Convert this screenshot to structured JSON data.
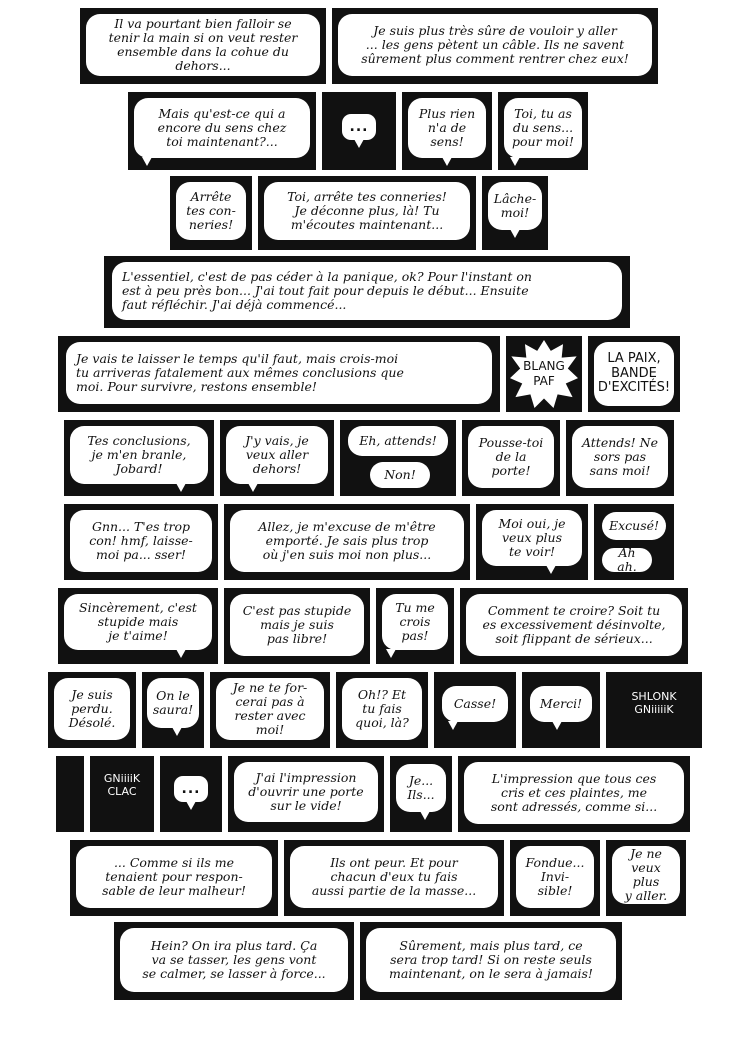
{
  "rows": [
    {
      "panels": [
        {
          "text": "Il va pourtant bien falloir se\ntenir la main si on veut rester\nensemble dans la cohue du dehors..."
        },
        {
          "text": "Je suis plus très sûre de vouloir y aller\n... les gens pètent un câble. Ils ne savent\nsûrement plus comment rentrer chez eux!"
        }
      ]
    },
    {
      "panels": [
        {
          "text": "Mais qu'est-ce qui a\nencore du sens chez\ntoi maintenant?..."
        },
        {
          "text": "..."
        },
        {
          "text": "Plus rien\nn'a de\nsens!"
        },
        {
          "text": "Toi, tu as\ndu sens...\npour moi!"
        }
      ]
    },
    {
      "panels": [
        {
          "text": "Arrête\ntes con-\nneries!"
        },
        {
          "text": "Toi, arrête tes conneries!\nJe déconne plus, là! Tu\nm'écoutes maintenant..."
        },
        {
          "text": "Lâche-\nmoi!"
        }
      ]
    },
    {
      "panels": [
        {
          "text": "L'essentiel, c'est de pas céder à la panique, ok? Pour l'instant on\nest à peu près bon... J'ai tout fait pour depuis le début... Ensuite\nfaut réfléchir. J'ai déjà commencé..."
        }
      ]
    },
    {
      "panels": [
        {
          "text": "Je vais te laisser le temps qu'il faut, mais crois-moi\ntu arriveras fatalement aux mêmes conclusions que\nmoi. Pour survivre, restons ensemble!"
        },
        {
          "text": "BLANG\nPAF"
        },
        {
          "text": "LA PAIX,\nBANDE\nD'EXCITÉS!"
        }
      ]
    },
    {
      "panels": [
        {
          "text": "Tes conclusions,\nje m'en branle,\nJobard!"
        },
        {
          "text": "J'y vais, je\nveux aller\ndehors!"
        },
        {
          "text": "Eh, attends!",
          "text2": "Non!"
        },
        {
          "text": "Pousse-toi\nde la\nporte!"
        },
        {
          "text": "Attends! Ne\nsors pas\nsans moi!"
        }
      ]
    },
    {
      "panels": [
        {
          "text": "Gnn... T'es trop\ncon! hmf, laisse-\nmoi pa... sser!"
        },
        {
          "text": "Allez, je m'excuse de m'être\nemporté. Je sais plus trop\noù j'en suis moi non plus..."
        },
        {
          "text": "Moi oui, je\nveux plus\nte voir!"
        },
        {
          "text": "Excusé!",
          "text2": "Ah ah."
        }
      ]
    },
    {
      "panels": [
        {
          "text": "Sincèrement, c'est\nstupide mais\nje t'aime!"
        },
        {
          "text": "C'est pas stupide\nmais je suis\npas libre!"
        },
        {
          "text": "Tu me\ncrois\npas!"
        },
        {
          "text": "Comment te croire? Soit tu\nes excessivement désinvolte,\nsoit flippant de sérieux..."
        }
      ]
    },
    {
      "panels": [
        {
          "text": "Je suis\nperdu.\nDésolé."
        },
        {
          "text": "On le\nsaura!"
        },
        {
          "text": "Je ne te for-\ncerai pas à\nrester avec moi!"
        },
        {
          "text": "Oh!? Et\ntu fais\nquoi, là?"
        },
        {
          "text": "Casse!"
        },
        {
          "text": "Merci!"
        },
        {
          "text": "SHLONK\nGNiiiiiK"
        }
      ]
    },
    {
      "panels": [
        {
          "text": "GNiiiiK\nCLAC"
        },
        {
          "text": "..."
        },
        {
          "text": "J'ai l'impression\nd'ouvrir une porte\nsur le vide!"
        },
        {
          "text": "Je...\nIls..."
        },
        {
          "text": "L'impression que tous ces\ncris et ces plaintes, me\nsont adressés, comme si..."
        }
      ]
    },
    {
      "panels": [
        {
          "text": "... Comme si ils me\ntenaient pour respon-\nsable de leur malheur!"
        },
        {
          "text": "Ils ont peur. Et pour\nchacun d'eux tu fais\naussi partie de la masse..."
        },
        {
          "text": "Fondue...\nInvi-\nsible!"
        },
        {
          "text": "Je ne\nveux plus\ny aller."
        }
      ]
    },
    {
      "panels": [
        {
          "text": "Hein? On ira plus tard. Ça\nva se tasser, les gens vont\nse calmer, se lasser à force..."
        },
        {
          "text": "Sûrement, mais plus tard, ce\nsera trop tard! Si on reste seuls\nmaintenant, on le sera à jamais!"
        }
      ]
    }
  ]
}
